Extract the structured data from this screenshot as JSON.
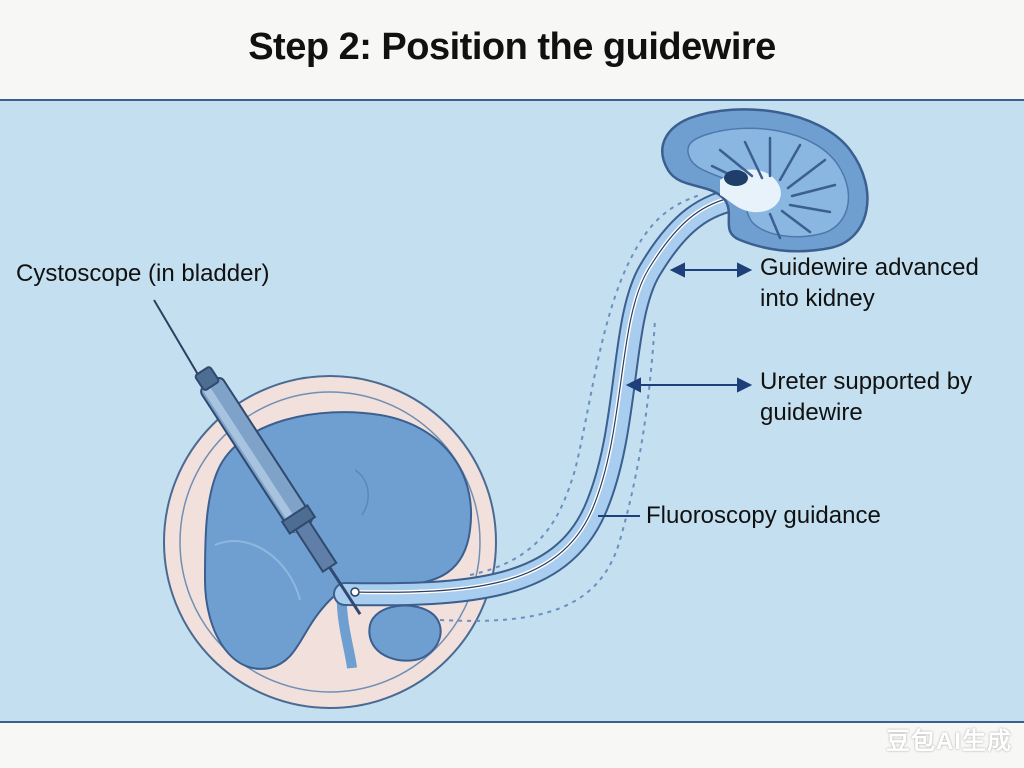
{
  "title": "Step 2: Position the guidewire",
  "labels": {
    "cystoscope": "Cystoscope (in bladder)",
    "guidewire_line1": "Guidewire advanced",
    "guidewire_line2": "into kidney",
    "ureter_line1": "Ureter supported by",
    "ureter_line2": "guidewire",
    "fluoroscopy": "Fluoroscopy guidance"
  },
  "watermark": "豆包AI生成",
  "colors": {
    "panel_background": "#c4e0f0",
    "organ_blue": "#6f9fd0",
    "outline_navy": "#3b5f8f",
    "bladder_wall": "#f2e0dc"
  }
}
